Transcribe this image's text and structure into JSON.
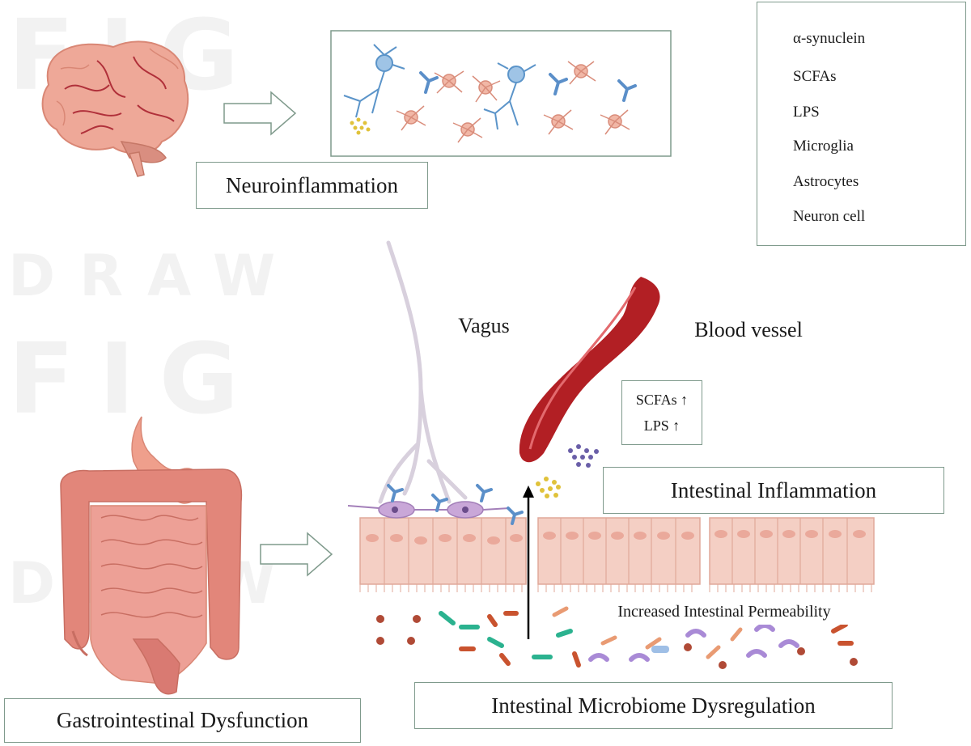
{
  "legend": {
    "items": [
      {
        "key": "alpha-synuclein",
        "label": "α-synuclein",
        "color": "#5b8fc9"
      },
      {
        "key": "scfas",
        "label": "SCFAs",
        "color": "#6a5fa8"
      },
      {
        "key": "lps",
        "label": "LPS",
        "color": "#e0c23a"
      },
      {
        "key": "microglia",
        "label": "Microglia",
        "color": "#d98c7a"
      },
      {
        "key": "astrocytes",
        "label": "Astrocytes",
        "color": "#e08f86"
      },
      {
        "key": "neuron",
        "label": "Neuron cell",
        "color": "#5b94c9"
      }
    ]
  },
  "labels": {
    "neuroinflammation": "Neuroinflammation",
    "vagus": "Vagus",
    "blood_vessel": "Blood vessel",
    "scfas_up": "SCFAs ↑",
    "lps_up": "LPS ↑",
    "intestinal_inflammation": "Intestinal Inflammation",
    "increased_permeability": "Increased Intestinal Permeability",
    "microbiome_dysregulation": "Intestinal Microbiome Dysregulation",
    "gi_dysfunction": "Gastrointestinal Dysfunction"
  },
  "watermark": {
    "fig": "FIG",
    "draw": "DRAW"
  },
  "colors": {
    "box_border": "#7f9a8c",
    "brain": "#e9a394",
    "vessel": "#b21f24",
    "epithelium": "#f4cfc4",
    "vagus": "#d8d0dd"
  }
}
